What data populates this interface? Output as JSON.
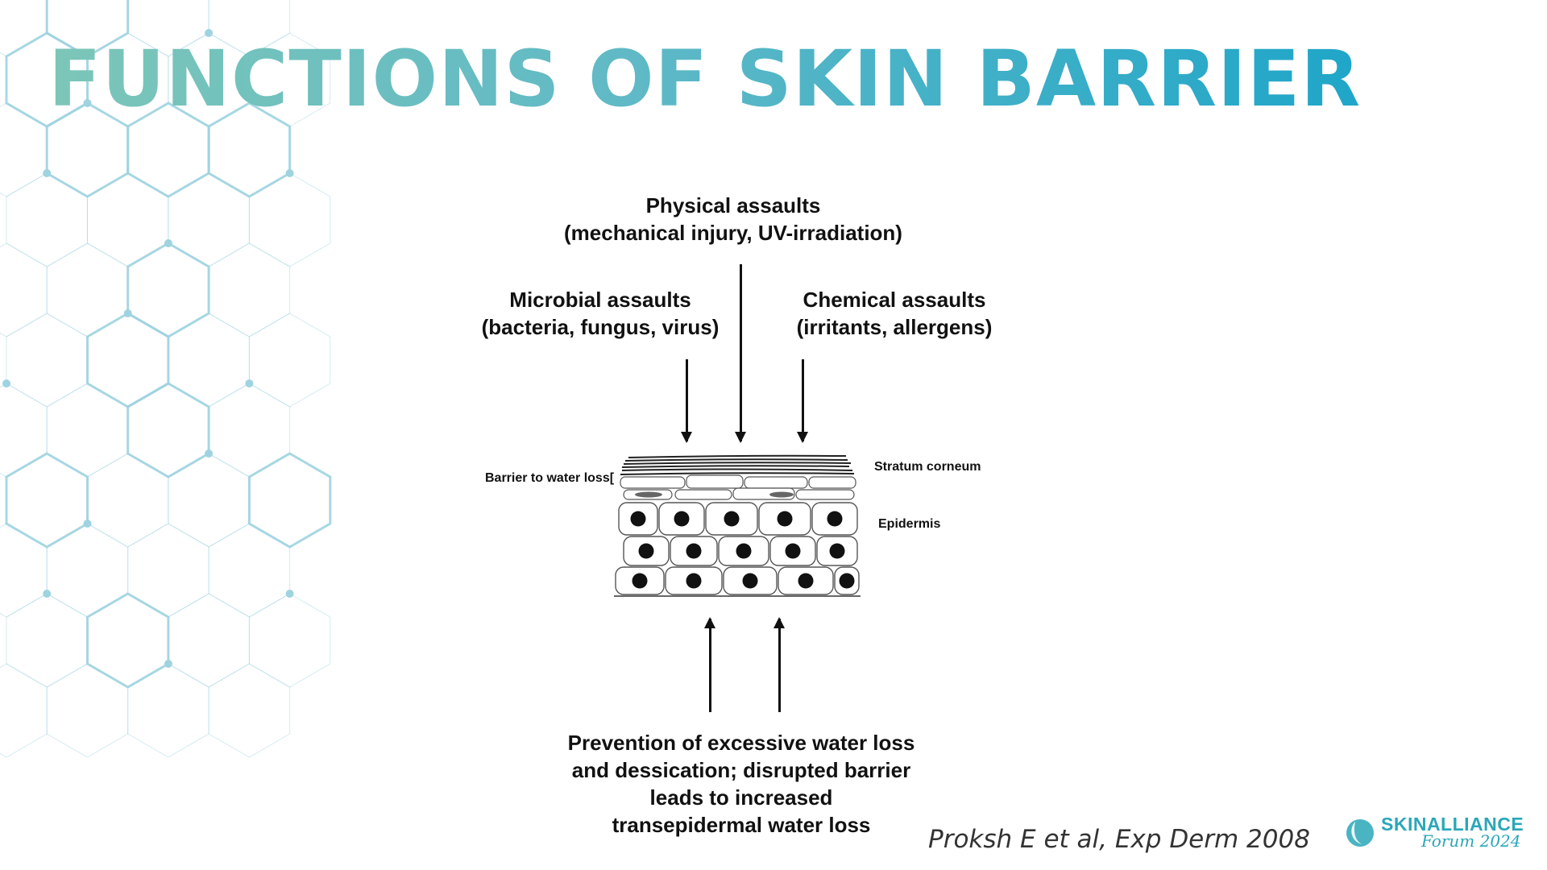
{
  "slide": {
    "title": "FUNCTIONS OF SKIN BARRIER",
    "citation": "Proksh E et al, Exp Derm 2008"
  },
  "diagram": {
    "physical": {
      "line1": "Physical assaults",
      "line2": "(mechanical injury, UV-irradiation)"
    },
    "microbial": {
      "line1": "Microbial assaults",
      "line2": "(bacteria, fungus, virus)"
    },
    "chemical": {
      "line1": "Chemical assaults",
      "line2": "(irritants, allergens)"
    },
    "barrier_label": "Barrier to water loss[",
    "stratum_label": "Stratum corneum",
    "epidermis_label": "Epidermis",
    "prevention": {
      "line1": "Prevention of excessive water loss",
      "line2": "and dessication; disrupted barrier",
      "line3": "leads to increased",
      "line4": "transepidermal water loss"
    }
  },
  "logo": {
    "name": "SKINALLIANCE",
    "sub": "Forum 2024",
    "color": "#2aa7b8"
  },
  "colors": {
    "title_start": "#7cc6b8",
    "title_end": "#1fa6c8",
    "hexagon": "#9fd3e0"
  }
}
